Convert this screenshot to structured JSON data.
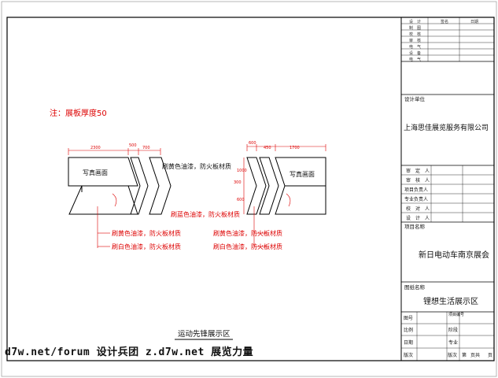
{
  "drawing": {
    "note": "注：展板厚度50",
    "zone_title": "运动先锋展示区",
    "left": {
      "dims": [
        "2300",
        "500",
        "700"
      ],
      "panel_text": "写真画面",
      "callout_top": "刷黄色油漆，防火板材质",
      "callout_yellow": "刷黄色油漆，防火板材质",
      "callout_white": "刷白色油漆，防火板材质"
    },
    "right": {
      "dims_top": [
        "600",
        "450",
        "1700"
      ],
      "dims_side": [
        "1000",
        "300",
        "600"
      ],
      "panel_text": "写真画面",
      "callout_blue": "刷蓝色油漆，防火板材质",
      "callout_yellow": "刷黄色油漆，防火板材质",
      "callout_white": "刷白色油漆，防火板材质"
    }
  },
  "title_block": {
    "sign_rows": [
      "设　计",
      "制　图",
      "校　核",
      "审　核",
      "电　气",
      "设　备",
      "电　气"
    ],
    "sign_cols": [
      "签名",
      "日期"
    ],
    "design_unit_label": "设计单位",
    "design_unit": "上海思佳展览服务有限公司",
    "approval_rows": [
      "审　定　人",
      "审　核　人",
      "项目负责人",
      "专业负责人",
      "校　对　人",
      "设　计　人"
    ],
    "project_label": "项目名称",
    "project_name": "新日电动车南京展会",
    "drawing_label": "图纸名称",
    "drawing_name": "锂想生活展示区",
    "info": {
      "drawing_no": "图号",
      "project_no": "项目编号",
      "scale": "比例",
      "stage": "阶段",
      "date": "日期",
      "discipline": "专业",
      "revision": "版次",
      "edition": "版次",
      "sheet": "第",
      "total": "页共",
      "page_unit": "页"
    }
  },
  "watermark": "d7w.net/forum 设计兵团 z.d7w.net 展览力量"
}
